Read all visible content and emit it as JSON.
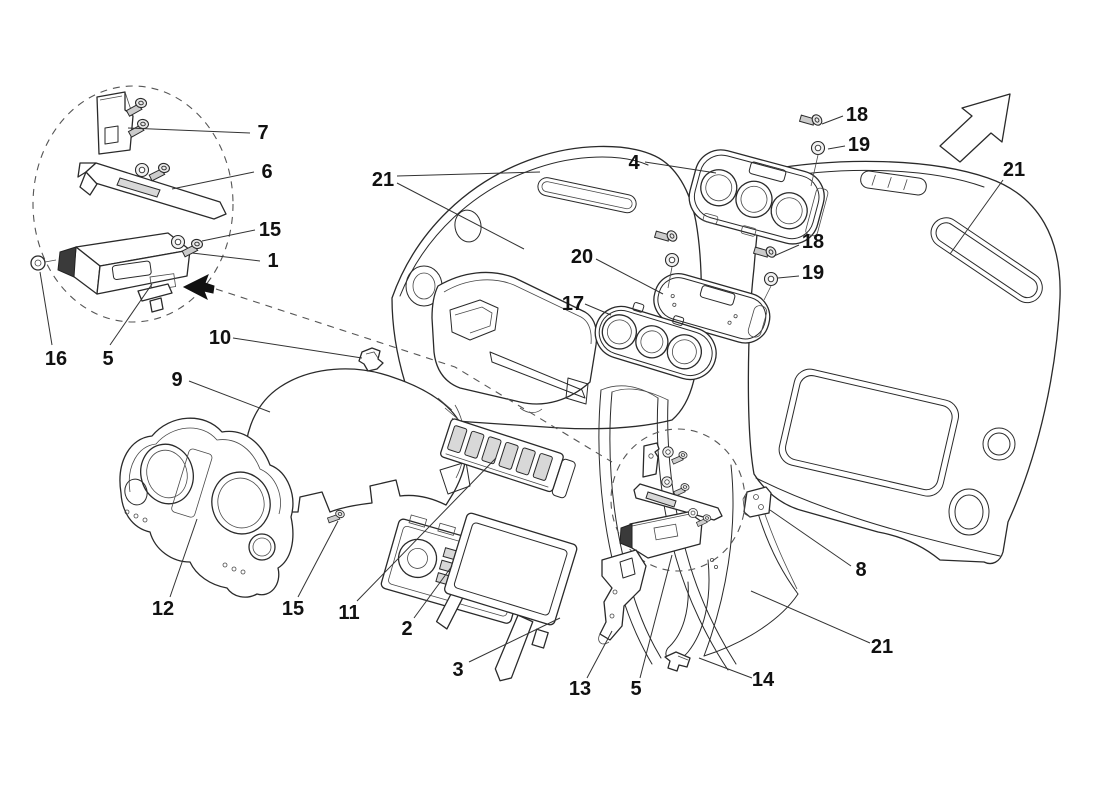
{
  "diagram": {
    "type": "exploded-parts-diagram",
    "subject": "dashboard-instruments",
    "background": "#ffffff",
    "line_color": "#2a2a2a",
    "shade_color": "#d8d8d8",
    "label_color": "#111111"
  },
  "icons": {
    "direction_arrow": "outline-arrow-up-right",
    "detail_pointer": "solid-arrow-left"
  },
  "callouts": [
    {
      "num": "7"
    },
    {
      "num": "6"
    },
    {
      "num": "15"
    },
    {
      "num": "1"
    },
    {
      "num": "16"
    },
    {
      "num": "5"
    },
    {
      "num": "10"
    },
    {
      "num": "9"
    },
    {
      "num": "21"
    },
    {
      "num": "4"
    },
    {
      "num": "18"
    },
    {
      "num": "19"
    },
    {
      "num": "20"
    },
    {
      "num": "17"
    },
    {
      "num": "18"
    },
    {
      "num": "19"
    },
    {
      "num": "21"
    },
    {
      "num": "12"
    },
    {
      "num": "15"
    },
    {
      "num": "11"
    },
    {
      "num": "2"
    },
    {
      "num": "3"
    },
    {
      "num": "13"
    },
    {
      "num": "5"
    },
    {
      "num": "14"
    },
    {
      "num": "8"
    },
    {
      "num": "21"
    }
  ]
}
